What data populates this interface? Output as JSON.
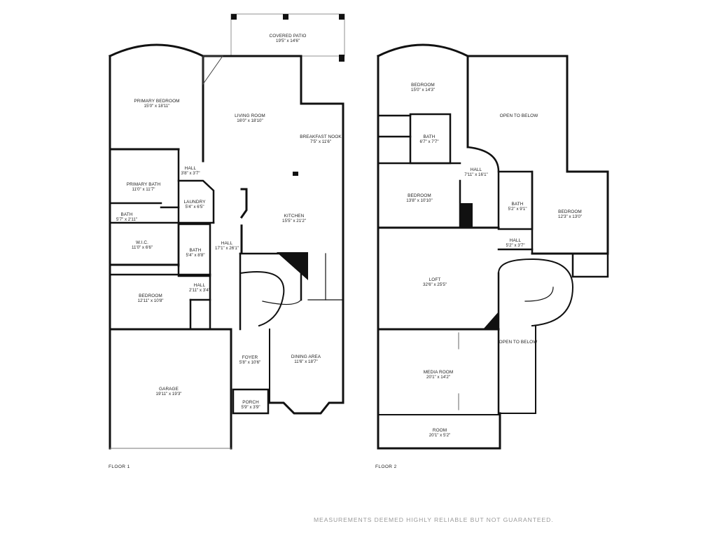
{
  "floor1": {
    "title": "FLOOR 1",
    "rooms": {
      "covered_patio": {
        "name": "COVERED PATIO",
        "dims": "19'5\" x 14'6\""
      },
      "primary_bedroom": {
        "name": "PRIMARY BEDROOM",
        "dims": "15'0\" x 18'11\""
      },
      "living_room": {
        "name": "LIVING ROOM",
        "dims": "16'0\" x 18'10\""
      },
      "breakfast_nook": {
        "name": "BREAKFAST NOOK",
        "dims": "7'5\" x 11'6\""
      },
      "hall_a": {
        "name": "HALL",
        "dims": "3'8\" x 3'7\""
      },
      "primary_bath": {
        "name": "PRIMARY BATH",
        "dims": "11'0\" x 11'7\""
      },
      "laundry": {
        "name": "LAUNDRY",
        "dims": "5'4\" x 6'5\""
      },
      "kitchen": {
        "name": "KITCHEN",
        "dims": "15'5\" x 21'2\""
      },
      "bath_small": {
        "name": "BATH",
        "dims": "5'7\" x 2'11\""
      },
      "wic": {
        "name": "W.I.C.",
        "dims": "11'0\" x 6'6\""
      },
      "hall_main": {
        "name": "HALL",
        "dims": "17'1\" x 26'1\""
      },
      "bath_mid": {
        "name": "BATH",
        "dims": "5'4\" x 8'8\""
      },
      "hall_b": {
        "name": "HALL",
        "dims": "2'11\" x 3'4\""
      },
      "bedroom": {
        "name": "BEDROOM",
        "dims": "12'11\" x 10'8\""
      },
      "foyer": {
        "name": "FOYER",
        "dims": "5'8\" x 10'6\""
      },
      "dining_area": {
        "name": "DINING AREA",
        "dims": "11'6\" x 18'7\""
      },
      "garage": {
        "name": "GARAGE",
        "dims": "19'11\" x 19'3\""
      },
      "porch": {
        "name": "PORCH",
        "dims": "5'9\" x 3'9\""
      }
    }
  },
  "floor2": {
    "title": "FLOOR 2",
    "rooms": {
      "bedroom_a": {
        "name": "BEDROOM",
        "dims": "15'0\" x 14'3\""
      },
      "open_to_below_a": {
        "name": "OPEN TO BELOW"
      },
      "bath_a": {
        "name": "BATH",
        "dims": "6'7\" x 7'7\""
      },
      "hall_a": {
        "name": "HALL",
        "dims": "7'11\" x 16'1\""
      },
      "bedroom_b": {
        "name": "BEDROOM",
        "dims": "13'8\" x 10'10\""
      },
      "bath_b": {
        "name": "BATH",
        "dims": "5'2\" x 9'1\""
      },
      "bedroom_c": {
        "name": "BEDROOM",
        "dims": "12'3\" x 13'0\""
      },
      "hall_b": {
        "name": "HALL",
        "dims": "5'2\" x 3'7\""
      },
      "loft": {
        "name": "LOFT",
        "dims": "32'6\" x 25'5\""
      },
      "open_to_below_b": {
        "name": "OPEN TO BELOW"
      },
      "media_room": {
        "name": "MEDIA ROOM",
        "dims": "20'1\" x 14'2\""
      },
      "room": {
        "name": "ROOM",
        "dims": "20'1\" x 5'2\""
      }
    }
  },
  "disclaimer": "MEASUREMENTS DEEMED HIGHLY RELIABLE BUT NOT GUARANTEED."
}
